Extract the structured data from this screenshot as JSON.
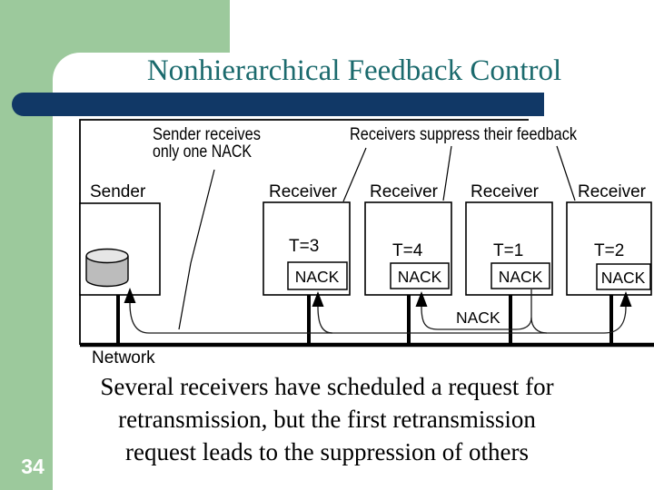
{
  "slide": {
    "title": "Nonhierarchical Feedback Control",
    "page_number": "34",
    "body_lines": [
      "Several receivers have scheduled a request for",
      "retransmission, but the first retransmission",
      "request leads to the suppression of others"
    ],
    "colors": {
      "sidebar_green": "#9CC99C",
      "bar_navy": "#113866",
      "title_teal": "#1B6A6D",
      "diagram_black": "#000000",
      "disk_gray": "#BCBCBC"
    }
  },
  "diagram": {
    "callout_sender": {
      "line1": "Sender receives",
      "line2": "only one NACK"
    },
    "callout_receivers": "Receivers suppress their feedback",
    "sender": {
      "label": "Sender"
    },
    "receivers": [
      {
        "label": "Receiver",
        "timer": "T=3",
        "nack": "NACK"
      },
      {
        "label": "Receiver",
        "timer": "T=4",
        "nack": "NACK"
      },
      {
        "label": "Receiver",
        "timer": "T=1",
        "nack": "NACK"
      },
      {
        "label": "Receiver",
        "timer": "T=2",
        "nack": "NACK"
      }
    ],
    "nack_path_label": "NACK",
    "network_label": "Network"
  }
}
